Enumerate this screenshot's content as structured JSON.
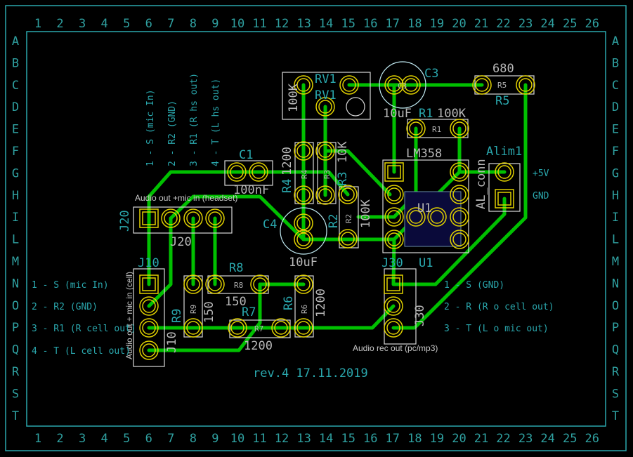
{
  "title_block": {
    "revision": "rev.4 17.11.2019"
  },
  "grid": {
    "columns": [
      "1",
      "2",
      "3",
      "4",
      "5",
      "6",
      "7",
      "8",
      "9",
      "10",
      "11",
      "12",
      "13",
      "14",
      "15",
      "16",
      "17",
      "18",
      "19",
      "20",
      "21",
      "22",
      "23",
      "24",
      "25",
      "26"
    ],
    "rows": [
      "A",
      "B",
      "C",
      "D",
      "E",
      "F",
      "G",
      "H",
      "I",
      "L",
      "M",
      "N",
      "O",
      "P",
      "Q",
      "R",
      "S",
      "T"
    ]
  },
  "components": {
    "RV1": {
      "ref": "RV1",
      "ref2": "RV1",
      "value": "100K"
    },
    "C1": {
      "ref": "C1",
      "value": "100nF"
    },
    "C3": {
      "ref": "C3",
      "value": "10uF",
      "fab": "C3"
    },
    "C4": {
      "ref": "C4",
      "value": "10uF"
    },
    "R1": {
      "ref": "R1",
      "value": "100K",
      "fab": "R1"
    },
    "R2": {
      "ref": "R2",
      "value": "100K",
      "fab": "R2"
    },
    "R3": {
      "ref": "R3",
      "value": "10K",
      "fab": "R3"
    },
    "R4": {
      "ref": "R4",
      "value": "1200",
      "fab": "R4"
    },
    "R5": {
      "ref": "R5",
      "value": "680",
      "fab": "R5"
    },
    "R6": {
      "ref": "R6",
      "value": "1200",
      "fab": "R6"
    },
    "R7": {
      "ref": "R7",
      "value": "1200",
      "fab": "R7"
    },
    "R8": {
      "ref": "R8",
      "value": "150",
      "fab": "R8"
    },
    "R9": {
      "ref": "R9",
      "value": "150",
      "fab": "R9"
    },
    "U1": {
      "ref": "U1",
      "ref2": "U1",
      "value": "LM358",
      "fab": "U1"
    },
    "Alim1": {
      "ref": "Alim1",
      "value": "AL_conn",
      "pin1": "+5V",
      "pin2": "GND"
    },
    "J10": {
      "ref": "J10",
      "fab": "J10",
      "label": "Audio out + mic in (cell)"
    },
    "J20": {
      "ref": "J20",
      "fab": "J20",
      "label": "Audio out +mic in (headset)"
    },
    "J30": {
      "ref": "J30",
      "fab": "J30",
      "label": "Audio rec out (pc/mp3)"
    }
  },
  "notes": {
    "J20_pins": [
      "1 - S (mic In)",
      "2 - R2 (GND)",
      "3 - R1 (R hs out)",
      "4 - T (L hs out)"
    ],
    "J10_pins": [
      "1 - S (mic In)",
      "2 - R2 (GND)",
      "3 - R1 (R cell out)",
      "4 - T (L cell out)"
    ],
    "J30_pins": [
      "1 - S (GND)",
      "2 - R (R o cell out)",
      "3 - T (L o mic out)"
    ]
  },
  "colors": {
    "background": "#000000",
    "track": "#00c000",
    "pad": "#e0d000",
    "reference": "#2aa7ad",
    "value": "#b8b8b8"
  }
}
